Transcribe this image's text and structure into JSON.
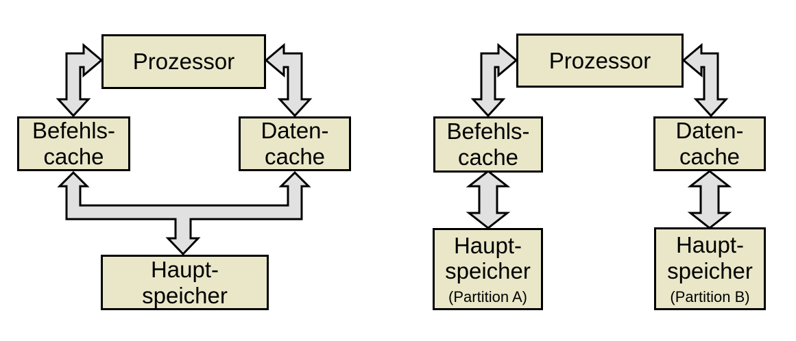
{
  "colors": {
    "background": "#ffffff",
    "box_fill": "#e9e7c8",
    "box_border": "#000000",
    "arrow_fill": "#e1e1e1",
    "arrow_border": "#000000",
    "text": "#000000"
  },
  "diagrams": [
    {
      "name": "shared-main-memory",
      "nodes": {
        "prozessor": {
          "label": "Prozessor"
        },
        "befehlscache": {
          "label": "Befehls-\ncache"
        },
        "datencache": {
          "label": "Daten-\ncache"
        },
        "hauptspeicher": {
          "label": "Haupt-\nspeicher"
        }
      },
      "edges": [
        {
          "from": "prozessor",
          "to": "befehlscache",
          "direction": "bidirectional",
          "shape": "elbow-double-arrow"
        },
        {
          "from": "prozessor",
          "to": "datencache",
          "direction": "bidirectional",
          "shape": "elbow-double-arrow"
        },
        {
          "from": "hauptspeicher",
          "to": [
            "befehlscache",
            "datencache"
          ],
          "direction": "bidirectional",
          "shape": "forked-triple-arrow"
        }
      ]
    },
    {
      "name": "partitioned-main-memory",
      "nodes": {
        "prozessor": {
          "label": "Prozessor"
        },
        "befehlscache": {
          "label": "Befehls-\ncache"
        },
        "datencache": {
          "label": "Daten-\ncache"
        },
        "hauptspeicherA": {
          "label": "Haupt-\nspeicher",
          "sublabel": "(Partition A)"
        },
        "hauptspeicherB": {
          "label": "Haupt-\nspeicher",
          "sublabel": "(Partition B)"
        }
      },
      "edges": [
        {
          "from": "prozessor",
          "to": "befehlscache",
          "direction": "bidirectional",
          "shape": "elbow-double-arrow"
        },
        {
          "from": "prozessor",
          "to": "datencache",
          "direction": "bidirectional",
          "shape": "elbow-double-arrow"
        },
        {
          "from": "befehlscache",
          "to": "hauptspeicherA",
          "direction": "bidirectional",
          "shape": "vertical-double-arrow"
        },
        {
          "from": "datencache",
          "to": "hauptspeicherB",
          "direction": "bidirectional",
          "shape": "vertical-double-arrow"
        }
      ]
    }
  ]
}
